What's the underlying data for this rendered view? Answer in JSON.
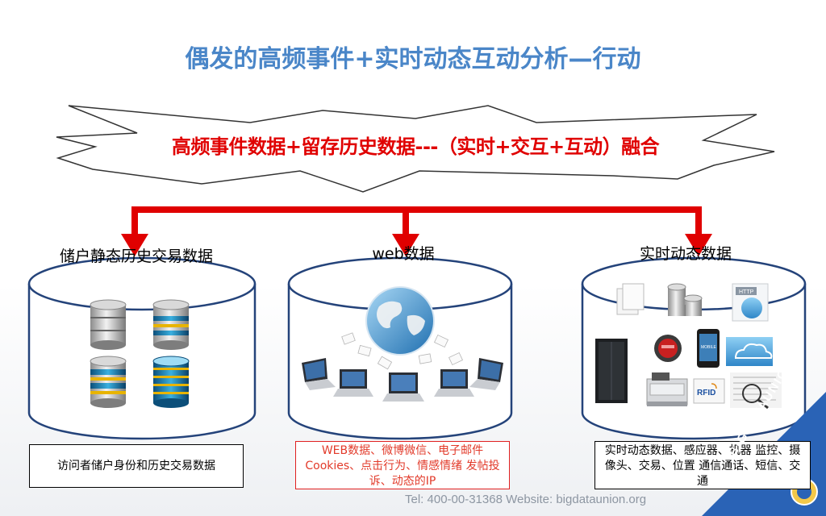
{
  "title": "偶发的高频事件+实时动态互动分析—行动",
  "burst_text": "高频事件数据+留存历史数据---（实时+交互+互动）融合",
  "cylinders": [
    {
      "label": "储户静态历史交易数据",
      "caption": "访问者储户身份和历史交易数据"
    },
    {
      "label": "web数据",
      "caption": "WEB数据、微博微信、电子邮件 Cookies、点击行为、情感情绪 发帖投诉、动态的IP"
    },
    {
      "label": "实时动态数据",
      "caption": "实时动态数据、感应器、机器 监控、摄像头、交易、位置 通信通话、短信、交通"
    }
  ],
  "icons": {
    "http": "HTTP",
    "mobile": "MOBILE",
    "rfid": "RFID"
  },
  "footer": "Tel: 400-00-31368    Website: bigdataunion.org",
  "badge": "BIGDATAUNION",
  "colors": {
    "title": "#4a86c8",
    "accent": "#e00000",
    "cylinder_border": "#24437a"
  }
}
